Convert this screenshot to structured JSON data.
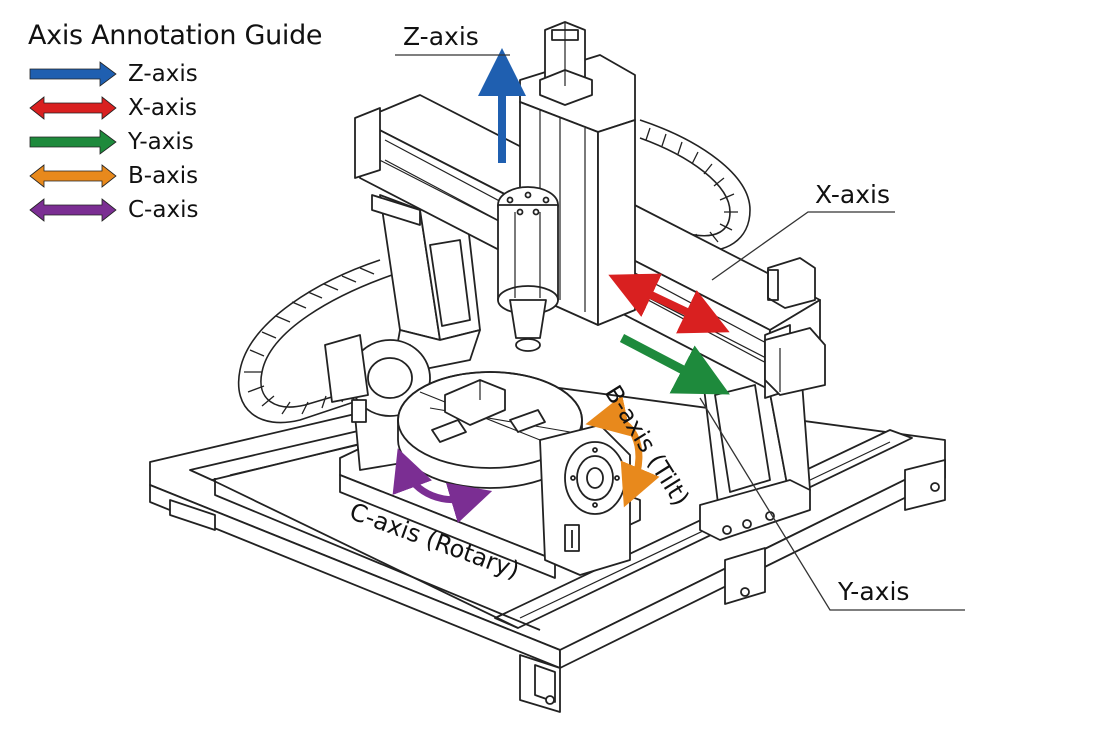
{
  "legend": {
    "title": "Axis Annotation Guide",
    "items": [
      {
        "label": "Z-axis",
        "color": "#1f5fb0",
        "style": "single"
      },
      {
        "label": "X-axis",
        "color": "#d92020",
        "style": "double"
      },
      {
        "label": "Y-axis",
        "color": "#1e8a3c",
        "style": "single"
      },
      {
        "label": "B-axis",
        "color": "#e8891c",
        "style": "double"
      },
      {
        "label": "C-axis",
        "color": "#7b2e93",
        "style": "double"
      }
    ]
  },
  "callouts": {
    "z_axis": "Z-axis",
    "x_axis": "X-axis",
    "y_axis": "Y-axis",
    "b_axis": "B-axis (Tilt)",
    "c_axis": "C-axis (Rotary)"
  }
}
